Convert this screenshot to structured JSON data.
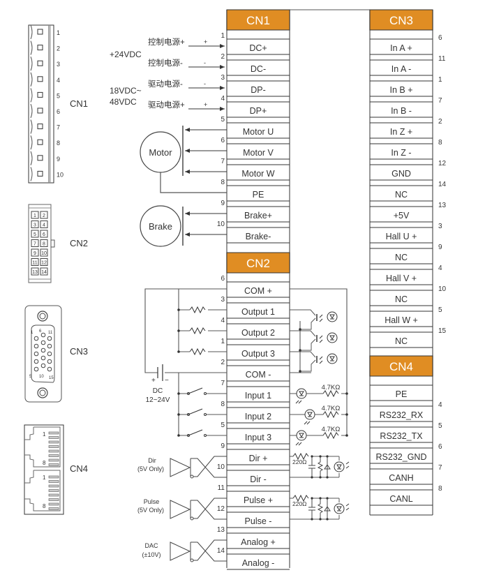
{
  "colors": {
    "header": "#E08D23",
    "header_text": "#FFFFFF",
    "line": "#333333",
    "frame": "#777777"
  },
  "thumbnails": {
    "cn1": {
      "label": "CN1",
      "pins": [
        "1",
        "2",
        "3",
        "4",
        "5",
        "6",
        "7",
        "8",
        "9",
        "10"
      ]
    },
    "cn2": {
      "label": "CN2",
      "pins": [
        "1",
        "2",
        "3",
        "4",
        "5",
        "6",
        "7",
        "8",
        "9",
        "10",
        "11",
        "12",
        "13",
        "14"
      ]
    },
    "cn3": {
      "label": "CN3",
      "pin_labels": [
        "1",
        "6",
        "11",
        "5",
        "10",
        "15"
      ]
    },
    "cn4": {
      "label": "CN4",
      "pin_labels": [
        "1",
        "8",
        "1",
        "8"
      ]
    }
  },
  "cn1": {
    "header": "CN1",
    "rows": [
      {
        "pin": "1",
        "label": "DC+"
      },
      {
        "pin": "2",
        "label": "DC-"
      },
      {
        "pin": "3",
        "label": "DP-"
      },
      {
        "pin": "4",
        "label": "DP+"
      },
      {
        "pin": "5",
        "label": "Motor U"
      },
      {
        "pin": "6",
        "label": "Motor V"
      },
      {
        "pin": "7",
        "label": "Motor W"
      },
      {
        "pin": "8",
        "label": "PE"
      },
      {
        "pin": "9",
        "label": "Brake+"
      },
      {
        "pin": "10",
        "label": "Brake-"
      }
    ],
    "power": [
      {
        "label": "控制电源+",
        "sign": "+"
      },
      {
        "label": "控制电源-",
        "sign": "-"
      },
      {
        "label": "驱动电源-",
        "sign": "-"
      },
      {
        "label": "驱动电源+",
        "sign": "+"
      }
    ],
    "voltage_control": "+24VDC",
    "voltage_drive_1": "18VDC~",
    "voltage_drive_2": "48VDC",
    "motor_label": "Motor",
    "brake_label": "Brake"
  },
  "cn2": {
    "header": "CN2",
    "rows": [
      {
        "pin": "6",
        "label": "COM +"
      },
      {
        "pin": "3",
        "label": "Output 1"
      },
      {
        "pin": "4",
        "label": "Output 2"
      },
      {
        "pin": "1",
        "label": "Output 3"
      },
      {
        "pin": "2",
        "label": "COM -"
      },
      {
        "pin": "7",
        "label": "Input 1"
      },
      {
        "pin": "8",
        "label": "Input 2"
      },
      {
        "pin": "5",
        "label": "Input 3"
      },
      {
        "pin": "9",
        "label": "Dir +"
      },
      {
        "pin": "10",
        "label": "Dir -"
      },
      {
        "pin": "11",
        "label": "Pulse +"
      },
      {
        "pin": "12",
        "label": "Pulse -"
      },
      {
        "pin": "13",
        "label": "Analog +"
      },
      {
        "pin": "14",
        "label": "Analog -"
      }
    ],
    "dc_label_1": "DC",
    "dc_label_2": "12~24V",
    "battery_plus": "+",
    "battery_minus": "−",
    "input_resistor": "4.7KΩ",
    "signal_resistor": "220Ω",
    "dir_label_1": "Dir",
    "dir_label_2": "(5V Only)",
    "pulse_label_1": "Pulse",
    "pulse_label_2": "(5V Only)",
    "dac_label_1": "DAC",
    "dac_label_2": "(±10V)"
  },
  "cn3": {
    "header": "CN3",
    "rows": [
      {
        "pin": "6",
        "label": "In A +"
      },
      {
        "pin": "11",
        "label": "In A -"
      },
      {
        "pin": "1",
        "label": "In B +"
      },
      {
        "pin": "7",
        "label": "In B -"
      },
      {
        "pin": "2",
        "label": "In Z +"
      },
      {
        "pin": "8",
        "label": "In Z -"
      },
      {
        "pin": "12",
        "label": "GND"
      },
      {
        "pin": "14",
        "label": "NC"
      },
      {
        "pin": "13",
        "label": "+5V"
      },
      {
        "pin": "3",
        "label": "Hall U +"
      },
      {
        "pin": "9",
        "label": "NC"
      },
      {
        "pin": "4",
        "label": "Hall V +"
      },
      {
        "pin": "10",
        "label": "NC"
      },
      {
        "pin": "5",
        "label": "Hall W +"
      },
      {
        "pin": "15",
        "label": "NC"
      }
    ]
  },
  "cn4": {
    "header": "CN4",
    "rows": [
      {
        "pin": "",
        "label": "PE"
      },
      {
        "pin": "4",
        "label": "RS232_RX"
      },
      {
        "pin": "5",
        "label": "RS232_TX"
      },
      {
        "pin": "6",
        "label": "RS232_GND"
      },
      {
        "pin": "7",
        "label": "CANH"
      },
      {
        "pin": "8",
        "label": "CANL"
      }
    ]
  }
}
